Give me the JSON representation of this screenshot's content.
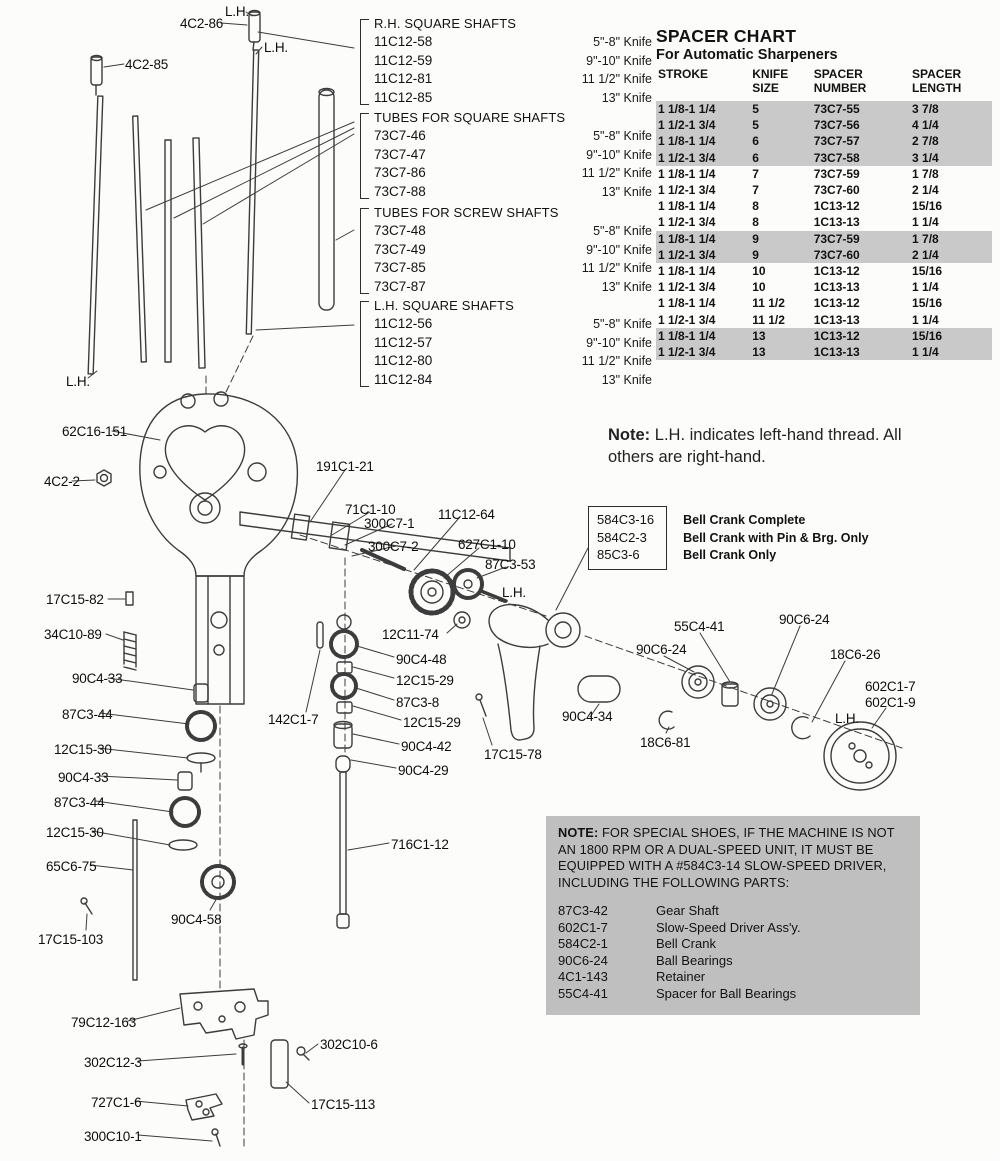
{
  "shaft_lists": [
    {
      "title": "R.H. SQUARE SHAFTS",
      "rows": [
        {
          "part": "11C12-58",
          "knife": "5\"-8\" Knife"
        },
        {
          "part": "11C12-59",
          "knife": "9\"-10\" Knife"
        },
        {
          "part": "11C12-81",
          "knife": "11 1/2\" Knife"
        },
        {
          "part": "11C12-85",
          "knife": "13\" Knife"
        }
      ]
    },
    {
      "title": "TUBES FOR SQUARE SHAFTS",
      "rows": [
        {
          "part": "73C7-46",
          "knife": "5\"-8\" Knife"
        },
        {
          "part": "73C7-47",
          "knife": "9\"-10\" Knife"
        },
        {
          "part": "73C7-86",
          "knife": "11 1/2\" Knife"
        },
        {
          "part": "73C7-88",
          "knife": "13\" Knife"
        }
      ]
    },
    {
      "title": "TUBES FOR SCREW SHAFTS",
      "rows": [
        {
          "part": "73C7-48",
          "knife": "5\"-8\" Knife"
        },
        {
          "part": "73C7-49",
          "knife": "9\"-10\" Knife"
        },
        {
          "part": "73C7-85",
          "knife": "11 1/2\" Knife"
        },
        {
          "part": "73C7-87",
          "knife": "13\" Knife"
        }
      ]
    },
    {
      "title": "L.H. SQUARE SHAFTS",
      "rows": [
        {
          "part": "11C12-56",
          "knife": "5\"-8\" Knife"
        },
        {
          "part": "11C12-57",
          "knife": "9\"-10\" Knife"
        },
        {
          "part": "11C12-80",
          "knife": "11 1/2\" Knife"
        },
        {
          "part": "11C12-84",
          "knife": "13\" Knife"
        }
      ]
    }
  ],
  "spacer_chart": {
    "title": "SPACER CHART",
    "subtitle": "For Automatic Sharpeners",
    "headers": [
      "STROKE",
      "KNIFE\nSIZE",
      "SPACER\nNUMBER",
      "SPACER\nLENGTH"
    ],
    "rows": [
      {
        "stroke": "1 1/8-1 1/4",
        "knife_size": "5",
        "spacer_number": "73C7-55",
        "spacer_length": "3 7/8",
        "shaded": true
      },
      {
        "stroke": "1 1/2-1 3/4",
        "knife_size": "5",
        "spacer_number": "73C7-56",
        "spacer_length": "4 1/4",
        "shaded": true
      },
      {
        "stroke": "1 1/8-1 1/4",
        "knife_size": "6",
        "spacer_number": "73C7-57",
        "spacer_length": "2 7/8",
        "shaded": true
      },
      {
        "stroke": "1 1/2-1 3/4",
        "knife_size": "6",
        "spacer_number": "73C7-58",
        "spacer_length": "3 1/4",
        "shaded": true
      },
      {
        "stroke": "1 1/8-1 1/4",
        "knife_size": "7",
        "spacer_number": "73C7-59",
        "spacer_length": "1 7/8",
        "shaded": false
      },
      {
        "stroke": "1 1/2-1 3/4",
        "knife_size": "7",
        "spacer_number": "73C7-60",
        "spacer_length": "2 1/4",
        "shaded": false
      },
      {
        "stroke": "1 1/8-1 1/4",
        "knife_size": "8",
        "spacer_number": "1C13-12",
        "spacer_length": "15/16",
        "shaded": false
      },
      {
        "stroke": "1 1/2-1 3/4",
        "knife_size": "8",
        "spacer_number": "1C13-13",
        "spacer_length": "1 1/4",
        "shaded": false
      },
      {
        "stroke": "1 1/8-1 1/4",
        "knife_size": "9",
        "spacer_number": "73C7-59",
        "spacer_length": "1 7/8",
        "shaded": true
      },
      {
        "stroke": "1 1/2-1 3/4",
        "knife_size": "9",
        "spacer_number": "73C7-60",
        "spacer_length": "2 1/4",
        "shaded": true
      },
      {
        "stroke": "1 1/8-1 1/4",
        "knife_size": "10",
        "spacer_number": "1C13-12",
        "spacer_length": "15/16",
        "shaded": false
      },
      {
        "stroke": "1 1/2-1 3/4",
        "knife_size": "10",
        "spacer_number": "1C13-13",
        "spacer_length": "1 1/4",
        "shaded": false
      },
      {
        "stroke": "1 1/8-1 1/4",
        "knife_size": "11 1/2",
        "spacer_number": "1C13-12",
        "spacer_length": "15/16",
        "shaded": false
      },
      {
        "stroke": "1 1/2-1 3/4",
        "knife_size": "11 1/2",
        "spacer_number": "1C13-13",
        "spacer_length": "1 1/4",
        "shaded": false
      },
      {
        "stroke": "1 1/8-1 1/4",
        "knife_size": "13",
        "spacer_number": "1C13-12",
        "spacer_length": "15/16",
        "shaded": true
      },
      {
        "stroke": "1 1/2-1 3/4",
        "knife_size": "13",
        "spacer_number": "1C13-13",
        "spacer_length": "1 1/4",
        "shaded": true
      }
    ]
  },
  "thread_note": {
    "label": "Note:",
    "text": "L.H. indicates left-hand thread. All others are right-hand."
  },
  "bell_crank_box": {
    "rows": [
      {
        "part": "584C3-16",
        "desc": "Bell Crank Complete"
      },
      {
        "part": "584C2-3",
        "desc": "Bell Crank with Pin & Brg. Only"
      },
      {
        "part": "85C3-6",
        "desc": "Bell Crank Only"
      }
    ]
  },
  "special_note": {
    "label": "NOTE:",
    "text": "FOR SPECIAL SHOES, IF THE MACHINE IS NOT AN 1800 RPM OR A DUAL-SPEED UNIT, IT MUST BE EQUIPPED WITH A #584C3-14 SLOW-SPEED DRIVER, INCLUDING THE FOLLOWING PARTS:",
    "parts": [
      {
        "part": "87C3-42",
        "desc": "Gear Shaft"
      },
      {
        "part": "602C1-7",
        "desc": "Slow-Speed Driver Ass'y."
      },
      {
        "part": "584C2-1",
        "desc": "Bell Crank"
      },
      {
        "part": "90C6-24",
        "desc": "Ball Bearings"
      },
      {
        "part": "4C1-143",
        "desc": "Retainer"
      },
      {
        "part": "55C4-41",
        "desc": "Spacer for Ball Bearings"
      }
    ]
  },
  "diagram": {
    "labels": [
      "L.H.",
      "4C2-86",
      "L.H.",
      "4C2-85",
      "L.H.",
      "62C16-151",
      "4C2-2",
      "191C1-21",
      "71C1-10",
      "300C7-1",
      "300C7-2",
      "11C12-64",
      "627C1-10",
      "87C3-53",
      "L.H.",
      "17C15-82",
      "34C10-89",
      "12C11-74",
      "90C4-48",
      "90C4-33",
      "12C15-29",
      "87C3-44",
      "87C3-8",
      "142C1-7",
      "12C15-29",
      "12C15-30",
      "90C4-42",
      "90C4-33",
      "90C4-29",
      "87C3-44",
      "12C15-30",
      "65C6-75",
      "90C4-58",
      "17C15-103",
      "716C1-12",
      "17C15-78",
      "90C4-34",
      "18C6-81",
      "90C6-24",
      "55C4-41",
      "90C6-24",
      "18C6-26",
      "602C1-7",
      "602C1-9",
      "L.H.",
      "79C12-163",
      "302C12-3",
      "302C10-6",
      "727C1-6",
      "17C15-113",
      "300C10-1"
    ]
  },
  "colors": {
    "shaded_row": "#c9c9c9",
    "note_box_bg": "#bfbfbf",
    "ink": "#121212",
    "line": "#3c3c3c"
  }
}
